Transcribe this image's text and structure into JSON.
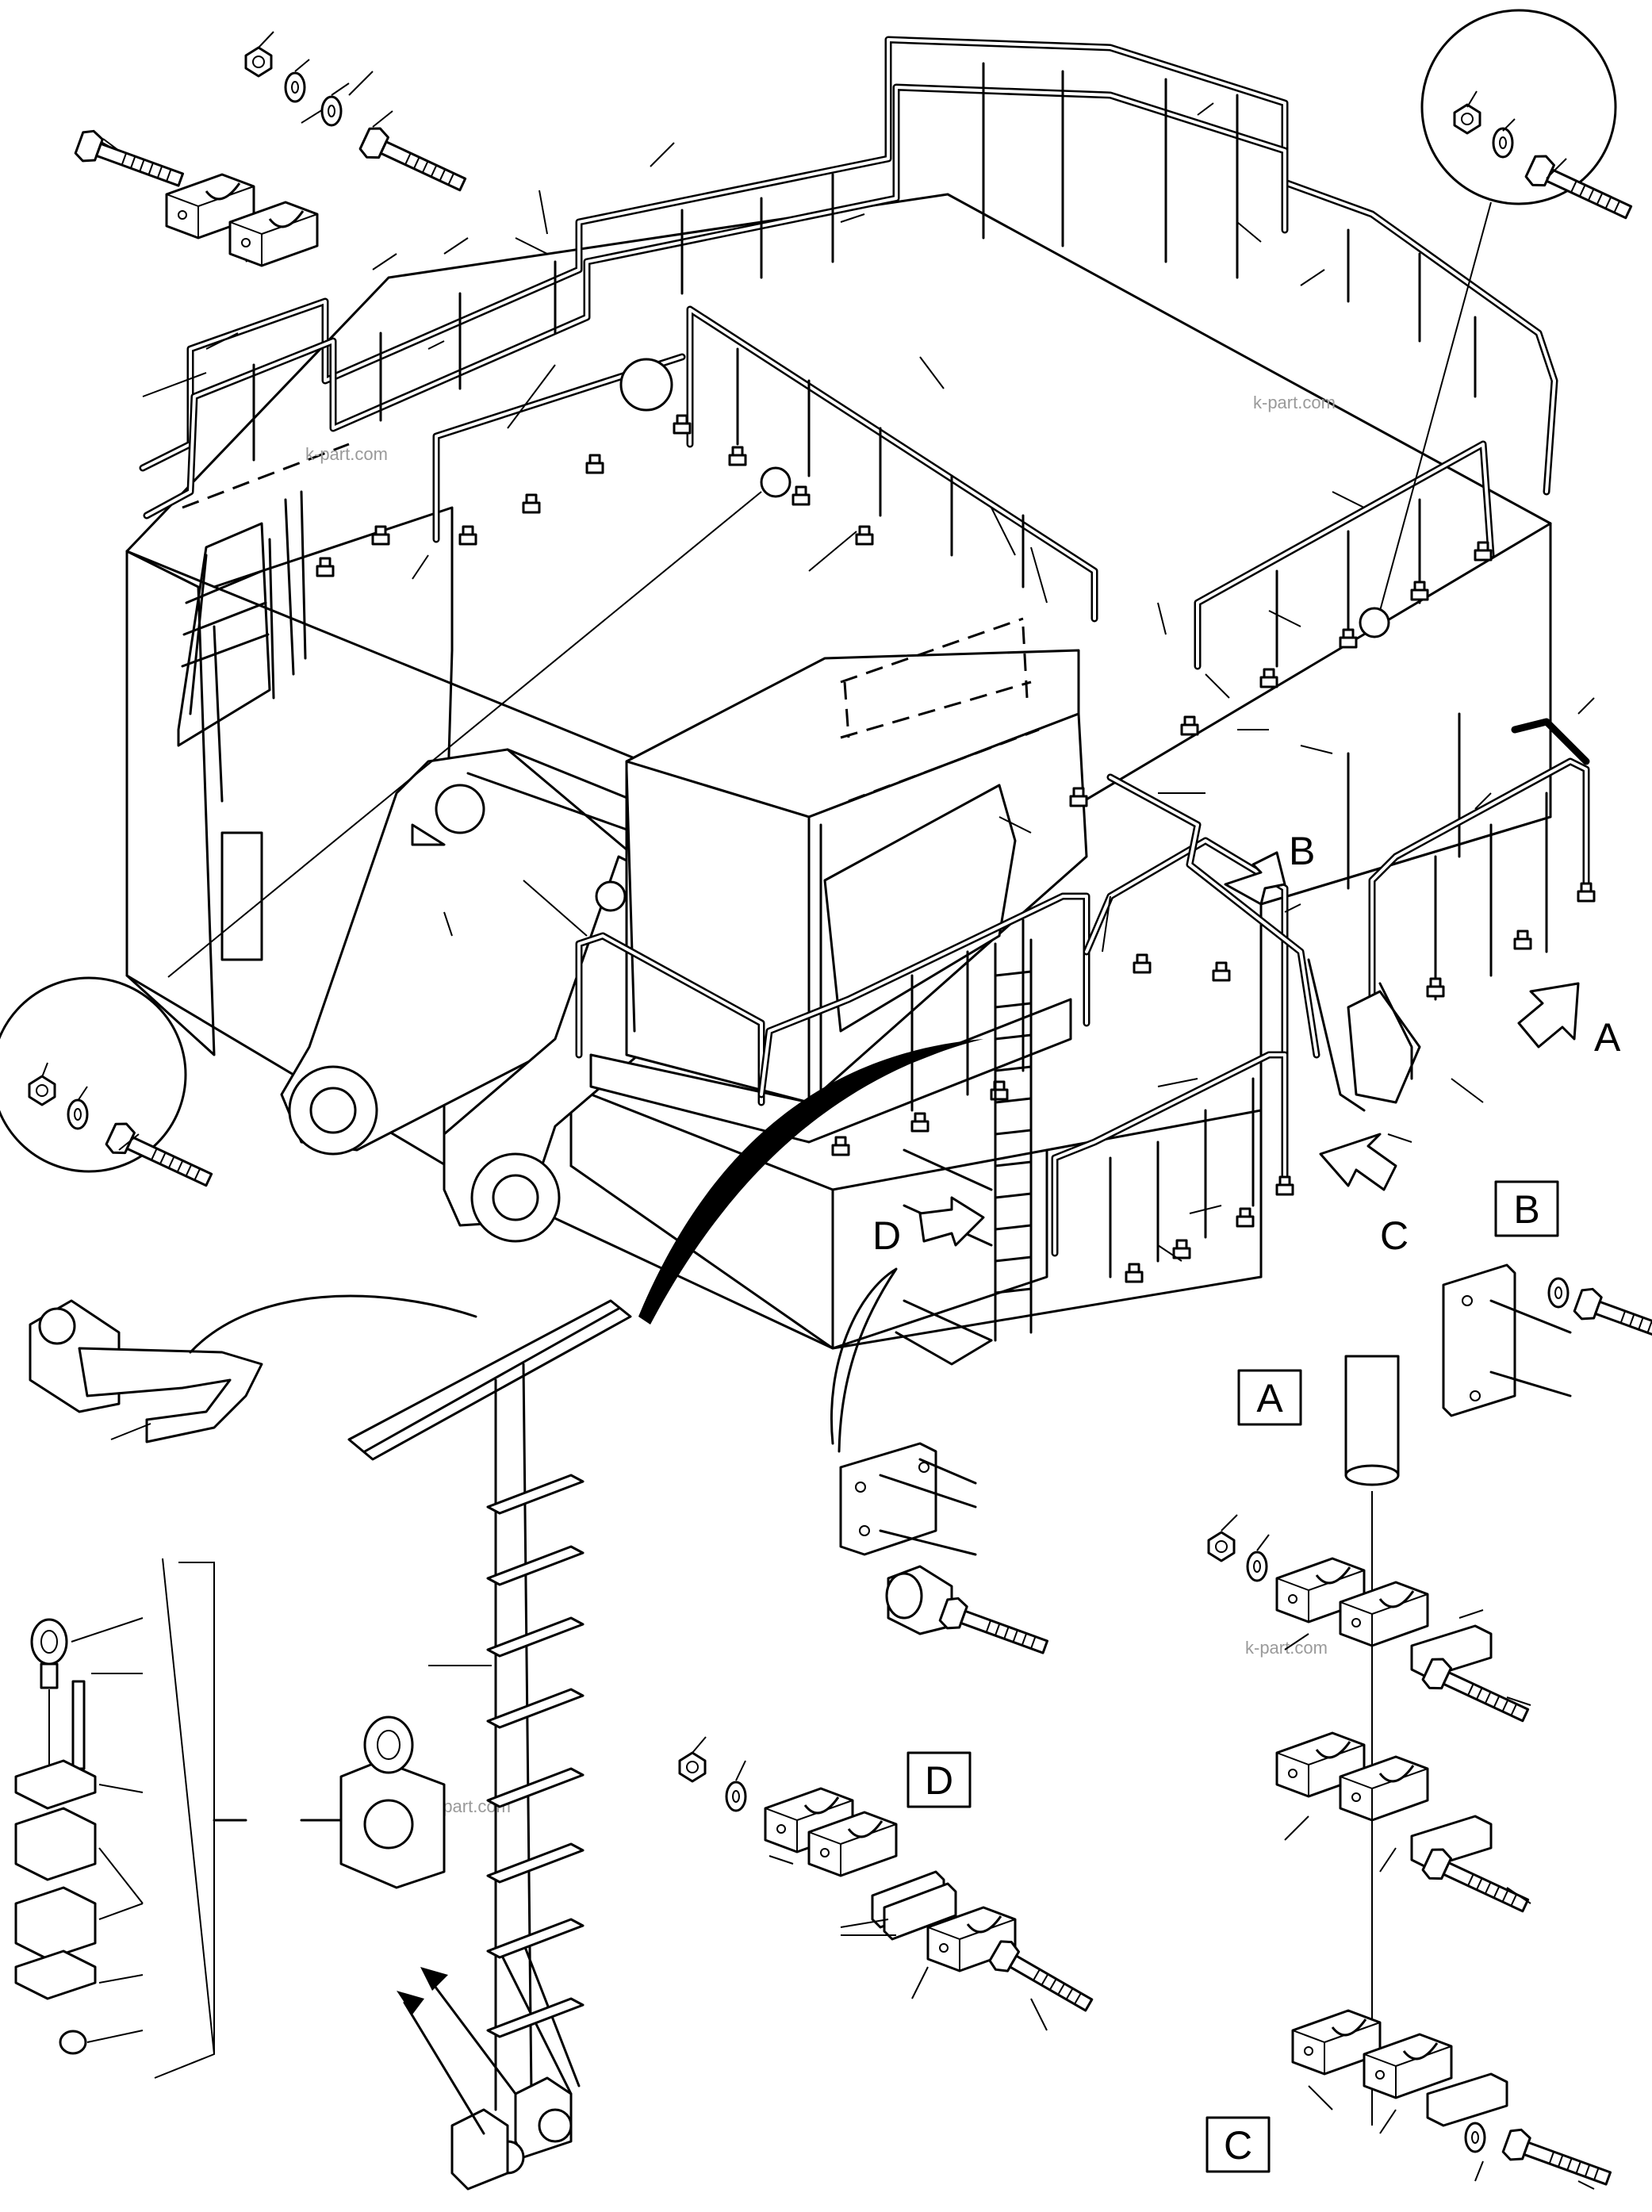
{
  "view_letters": [
    "A",
    "B",
    "C",
    "D"
  ],
  "watermark": "k-part.com",
  "detail_labels": {
    "view_a": "A",
    "view_b": "B",
    "view_c": "C",
    "view_d": "D"
  }
}
